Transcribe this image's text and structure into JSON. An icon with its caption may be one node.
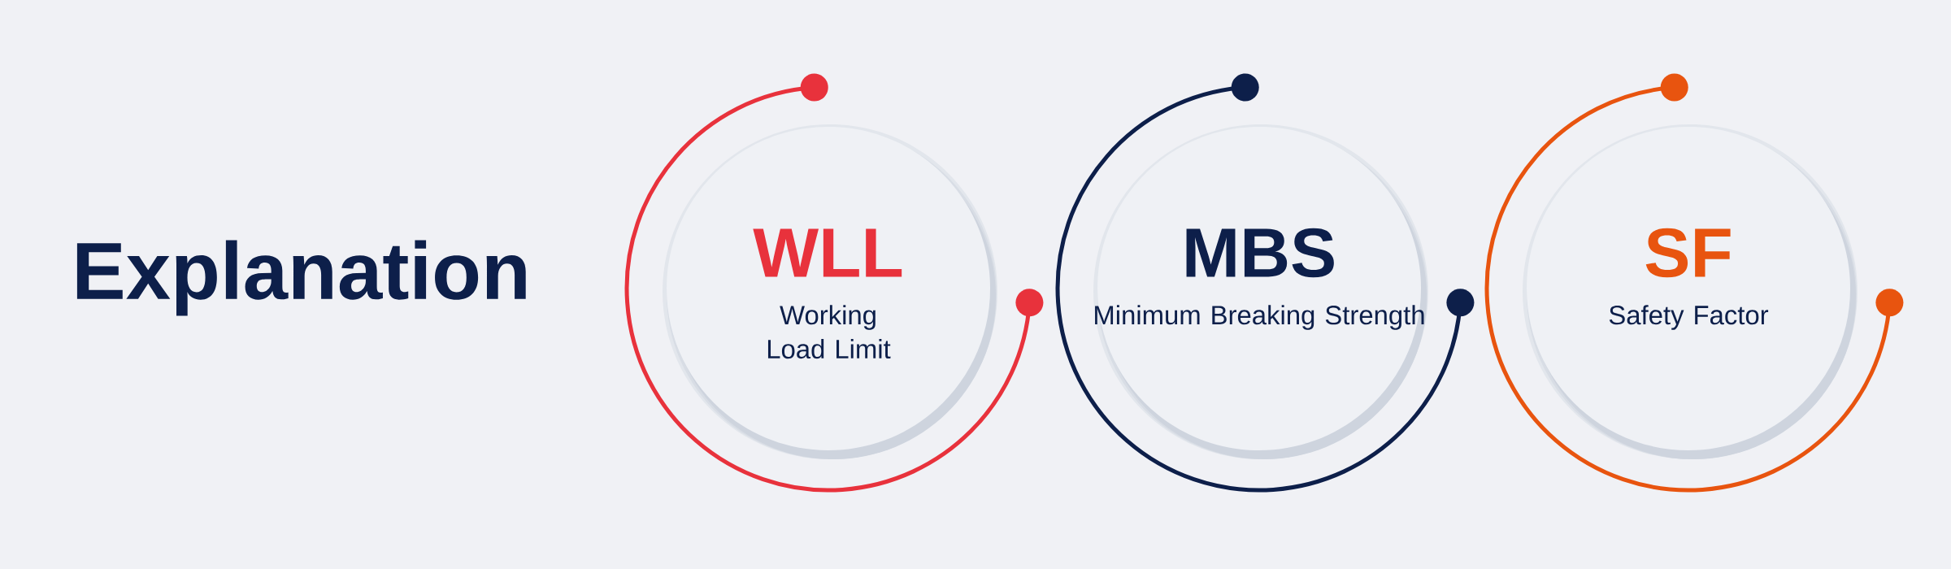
{
  "diagram": {
    "title": "Explanation",
    "nodes": [
      {
        "text": [
          "WLL",
          "Working Load Limit"
        ]
      },
      {
        "text": [
          "MBS",
          "Minimum Breaking Strength"
        ]
      },
      {
        "text": [
          "SF",
          "Safety Factor"
        ]
      }
    ]
  }
}
